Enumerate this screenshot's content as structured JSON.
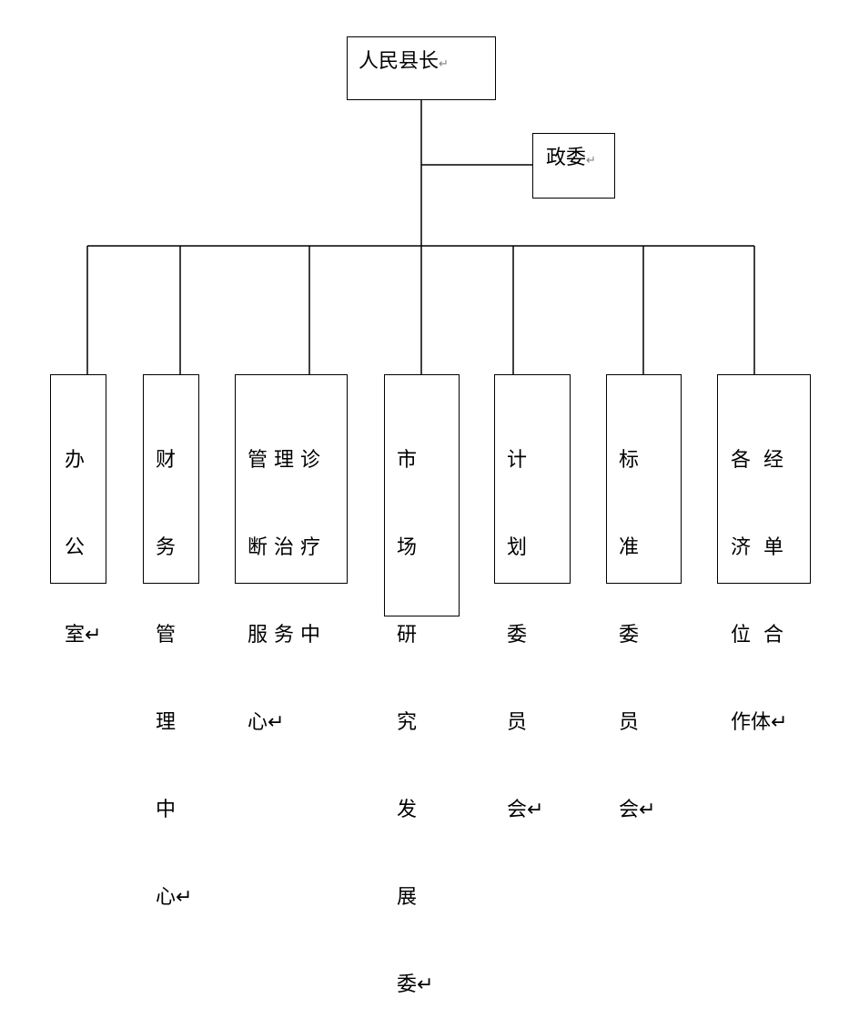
{
  "top": {
    "title": "人民县长",
    "mark": "↵"
  },
  "side": {
    "title": "政委",
    "mark": "↵"
  },
  "units": [
    {
      "lines": [
        "办",
        "公",
        "室↵"
      ]
    },
    {
      "lines": [
        "财",
        "务",
        "管",
        "理",
        "中",
        "心↵"
      ]
    },
    {
      "lines": [
        "管 理 诊",
        "断 治 疗",
        "服 务 中",
        "心↵"
      ]
    },
    {
      "lines": [
        "市",
        "场",
        "研",
        "究",
        "发",
        "展",
        "委↵"
      ]
    },
    {
      "lines": [
        "计",
        "划",
        "委",
        "员",
        "会↵"
      ]
    },
    {
      "lines": [
        "标",
        "准",
        "委",
        "员",
        "会↵"
      ]
    },
    {
      "lines": [
        "各  经",
        "济  单",
        "位  合",
        "作体↵"
      ]
    }
  ]
}
